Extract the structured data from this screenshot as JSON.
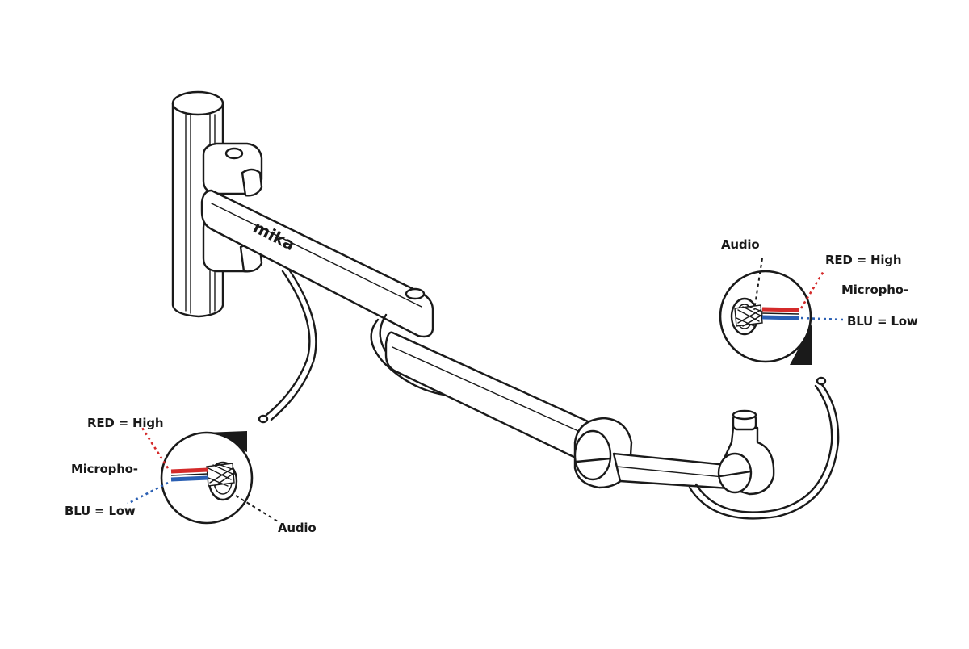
{
  "brand": {
    "logo_text": "mika"
  },
  "colors": {
    "red": "#d42a2a",
    "blue": "#2a5fb3",
    "line": "#1a1a1a",
    "background": "#ffffff"
  },
  "callouts": {
    "right": {
      "audio": "Audio",
      "red": "RED = High",
      "mic": "Micropho-",
      "blu": "BLU = Low"
    },
    "left": {
      "audio": "Audio",
      "red": "RED = High",
      "mic": "Micropho-",
      "blu": "BLU = Low"
    }
  }
}
